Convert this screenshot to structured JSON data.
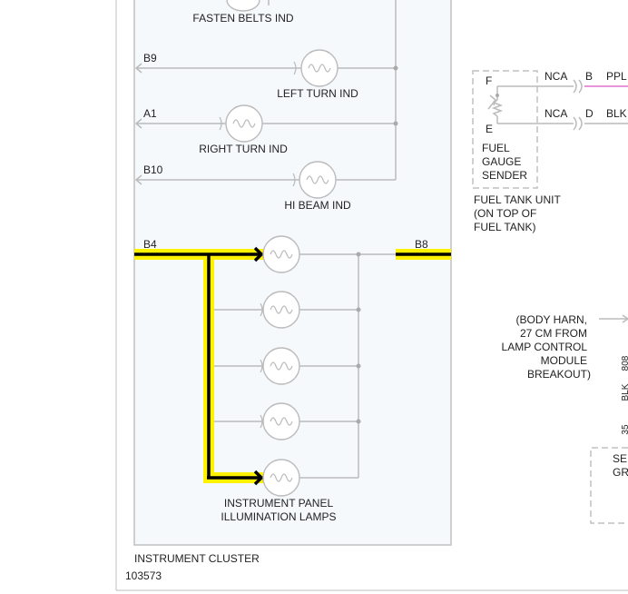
{
  "labels": {
    "fasten_belts": "FASTEN BELTS IND",
    "left_turn": "LEFT TURN IND",
    "right_turn": "RIGHT TURN IND",
    "hi_beam": "HI BEAM IND",
    "panel_lamps_1": "INSTRUMENT PANEL",
    "panel_lamps_2": "ILLUMINATION LAMPS",
    "cluster": "INSTRUMENT CLUSTER",
    "figure_id": "103573"
  },
  "pins": {
    "b9": "B9",
    "a1": "A1",
    "b10": "B10",
    "b4": "B4",
    "b8": "B8",
    "f": "F",
    "e": "E",
    "b": "B",
    "d": "D"
  },
  "wires": {
    "nca_1": "NCA",
    "nca_2": "NCA",
    "ppl": "PPL",
    "blk": "BLK"
  },
  "fuel": {
    "sender_1": "FUEL",
    "sender_2": "GAUGE",
    "sender_3": "SENDER",
    "unit_1": "FUEL TANK UNIT",
    "unit_2": "(ON TOP OF",
    "unit_3": "FUEL TANK)"
  },
  "body_harn": {
    "l1": "(BODY HARN,",
    "l2": "27 CM FROM",
    "l3": "LAMP CONTROL",
    "l4": "MODULE",
    "l5": "BREAKOUT)"
  },
  "edge": {
    "v1": "808",
    "v2": "BLK",
    "v3": "35",
    "se": "SE",
    "gr": "GR"
  },
  "colors": {
    "highlight": "#fff200",
    "active_wire": "#000000",
    "wire": "#bbbbbb",
    "cluster_fill": "#f5f9fc"
  }
}
